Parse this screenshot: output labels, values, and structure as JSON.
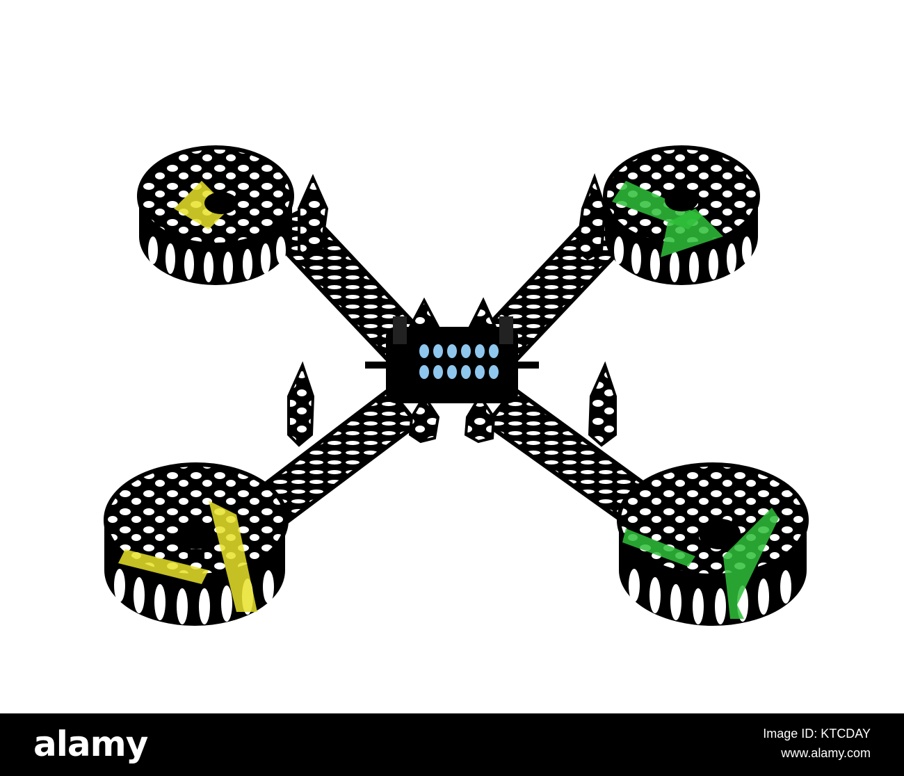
{
  "footer": {
    "brand": "alamy",
    "image_id": "Image ID: KTCDAY",
    "site_url": "www.alamy.com"
  },
  "colors": {
    "background": "#ffffff",
    "frame": "#000000",
    "rotor_front": "#e8e22a",
    "rotor_rear": "#2fbf3a",
    "core_light": "#8fc6ee",
    "footer_bg": "#000000"
  },
  "icons": {
    "brand": "alamy-wordmark"
  }
}
